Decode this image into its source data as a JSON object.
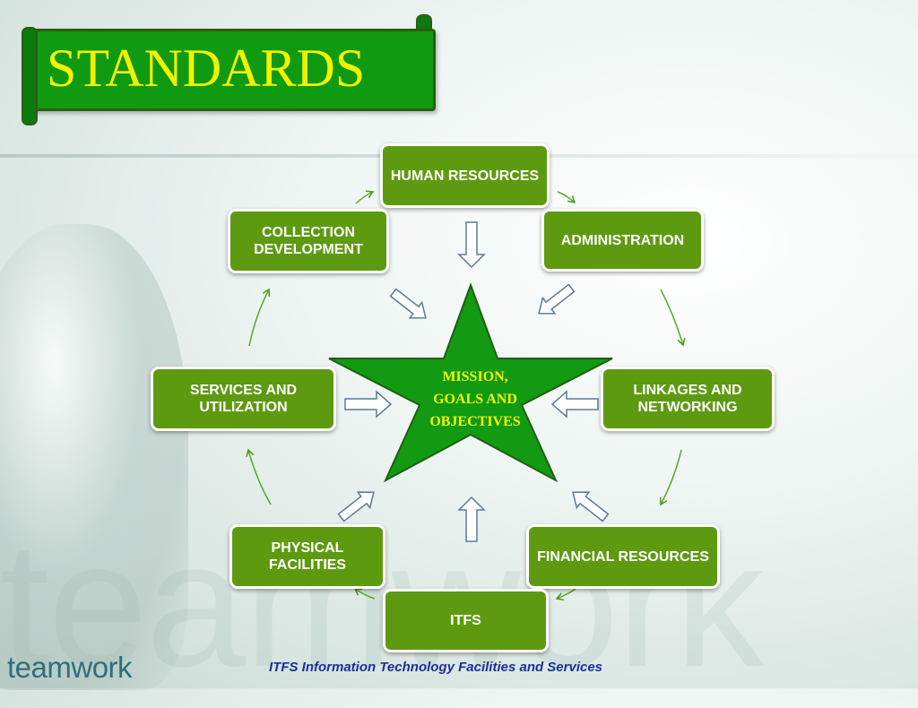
{
  "slide": {
    "title": "STANDARDS",
    "watermark": "teamwork",
    "logo_text": "teamwork",
    "footer": "ITFS Information Technology Facilities and Services"
  },
  "diagram": {
    "center": "MISSION, GOALS AND OBJECTIVES",
    "center_lines": [
      "MISSION,",
      "GOALS AND",
      "OBJECTIVES"
    ],
    "nodes": {
      "human_resources": "HUMAN RESOURCES",
      "administration": "ADMINISTRATION",
      "linkages": "LINKAGES AND NETWORKING",
      "financial": "FINANCIAL RESOURCES",
      "itfs": "ITFS",
      "physical": "PHYSICAL FACILITIES",
      "services": "SERVICES AND UTILIZATION",
      "collection": "COLLECTION DEVELOPMENT"
    }
  },
  "colors": {
    "banner": "#0f9a12",
    "banner_text": "#f2f200",
    "node_fill": "#5e9a10",
    "star_fill": "#119a12",
    "star_text": "#f5f500",
    "footer_text": "#1a2f9e",
    "logo_text": "#2f6f7d"
  }
}
